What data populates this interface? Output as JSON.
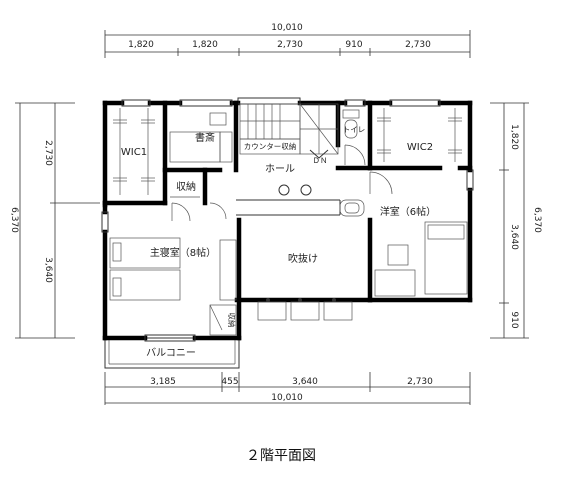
{
  "title": "２階平面図",
  "dimensions": {
    "top_total": "10,010",
    "top_segments": [
      "1,820",
      "1,820",
      "2,730",
      "910",
      "2,730"
    ],
    "bottom_segments": [
      "3,185",
      "455",
      "3,640",
      "2,730"
    ],
    "bottom_total": "10,010",
    "left_total": "6,370",
    "left_segments": [
      "2,730",
      "3,640"
    ],
    "right_segments": [
      "1,820",
      "3,640",
      "910"
    ],
    "right_total": "6,370"
  },
  "rooms": {
    "wic1": "WIC1",
    "study": "書斎",
    "counter": "カウンター収納",
    "toilet": "トイレ",
    "wic2": "WIC2",
    "down": "ＤＮ",
    "hall": "ホール",
    "storage_upper": "収納",
    "master": "主寝室（8帖）",
    "western": "洋室（6帖）",
    "void": "吹抜け",
    "storage_lower": "収納",
    "balcony": "バルコニー"
  }
}
